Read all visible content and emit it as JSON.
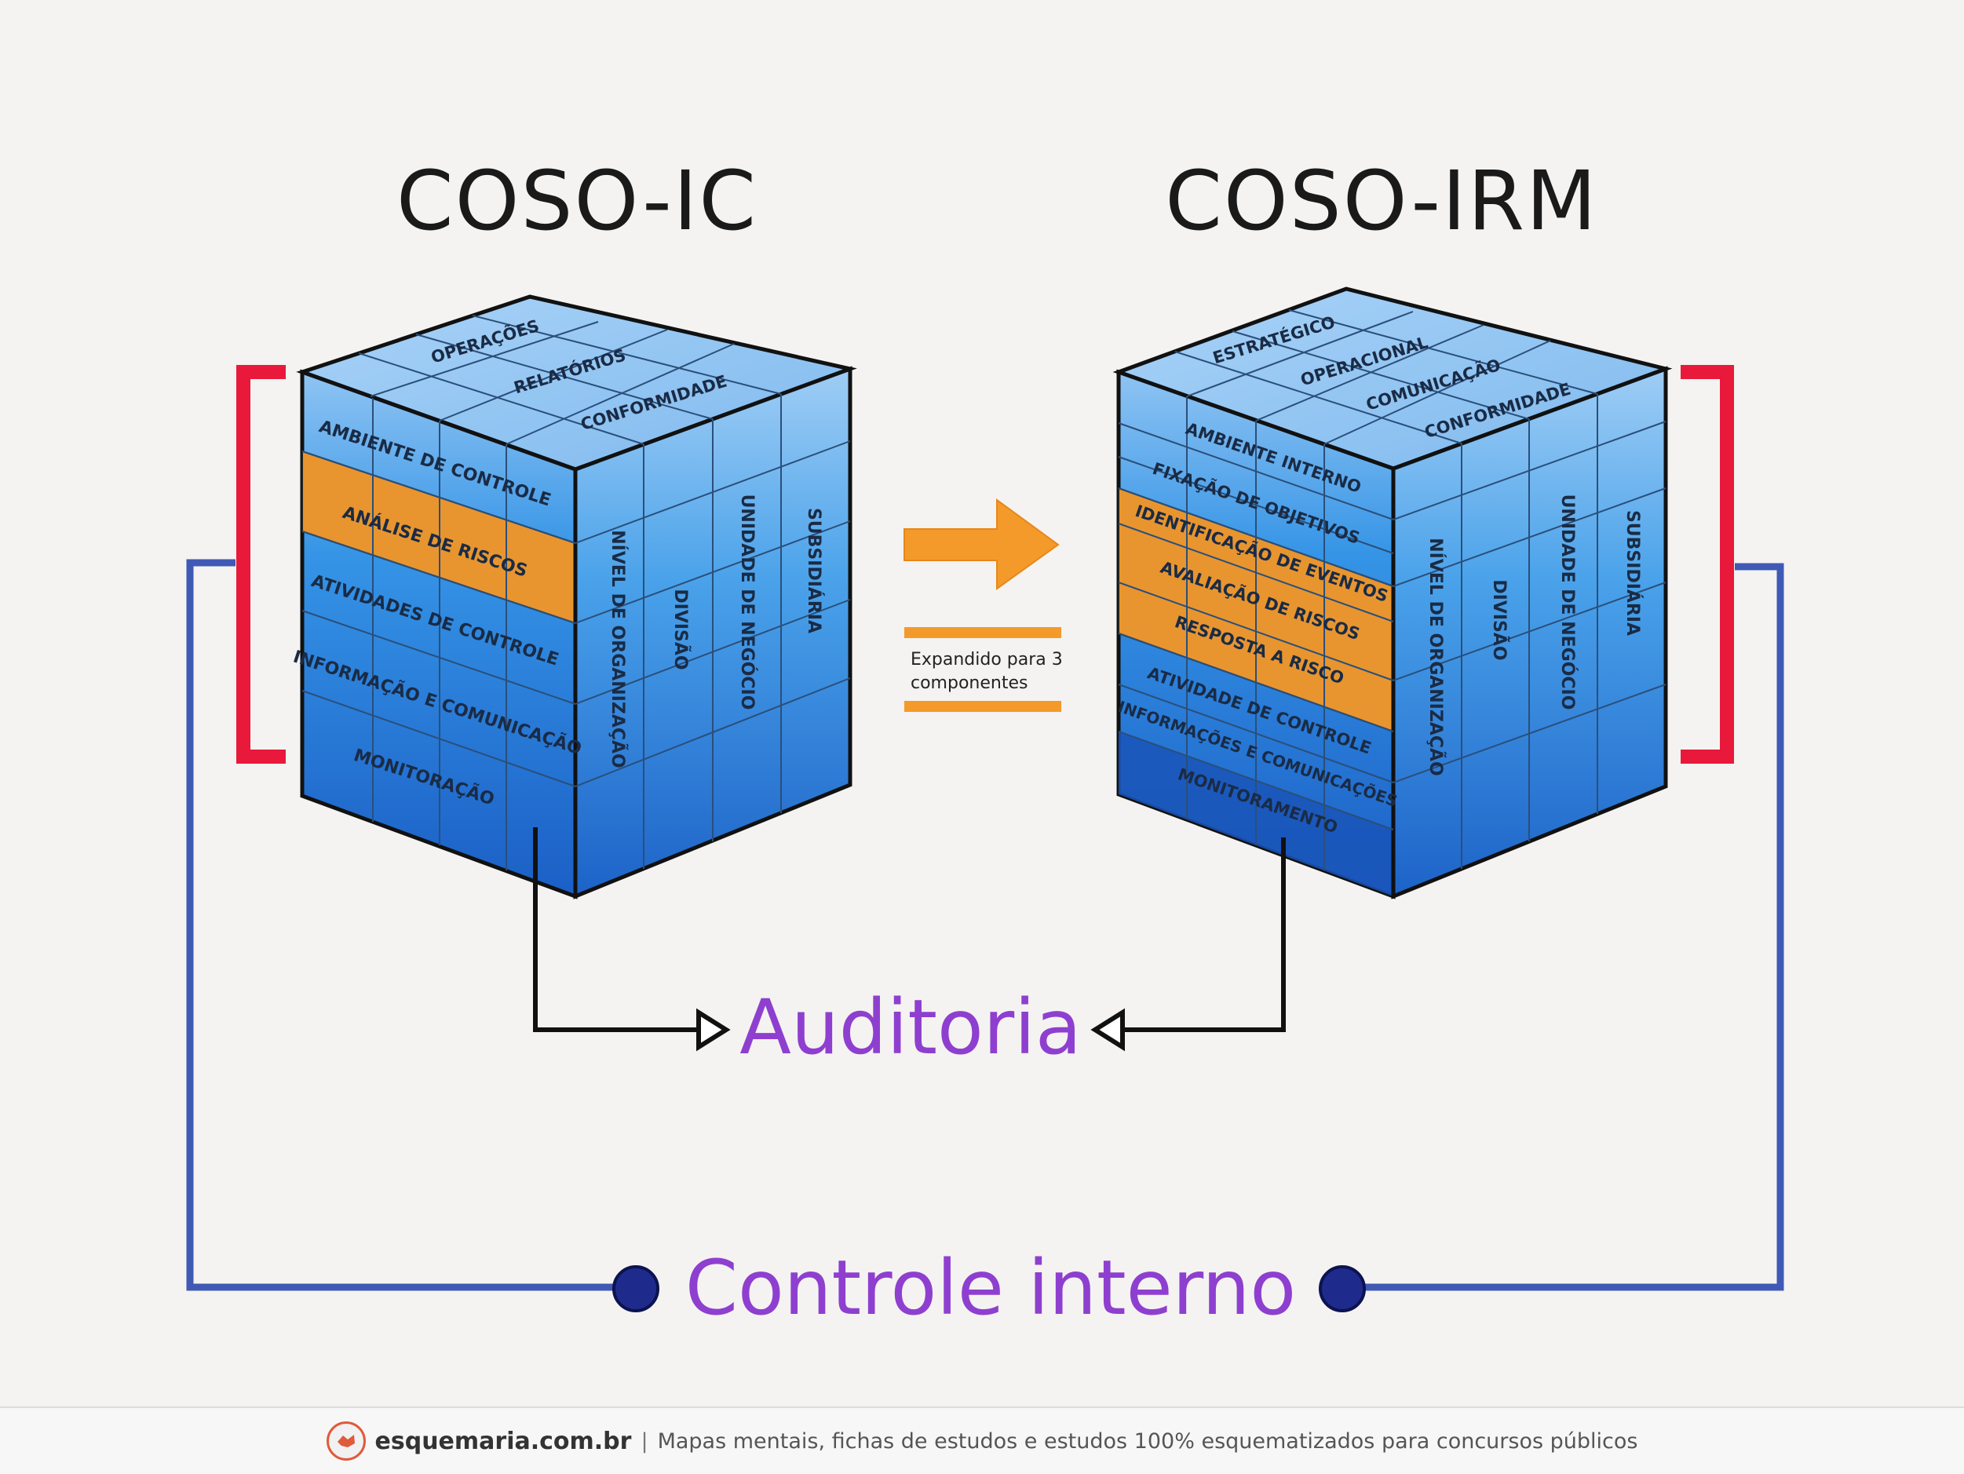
{
  "left": {
    "title": "COSO-IC",
    "top_face": [
      "OPERAÇÕES",
      "RELATÓRIOS",
      "CONFORMIDADE"
    ],
    "front_face": [
      "AMBIENTE DE CONTROLE",
      "ANÁLISE DE RISCOS",
      "ATIVIDADES DE CONTROLE",
      "INFORMAÇÃO E COMUNICAÇÃO",
      "MONITORAÇÃO"
    ],
    "side_face": [
      "NÍVEL DE ORGANIZAÇÃO",
      "DIVISÃO",
      "UNIDADE DE NEGÓCIO",
      "SUBSIDIÁRIA"
    ]
  },
  "right": {
    "title": "COSO-IRM",
    "top_face": [
      "ESTRATÉGICO",
      "OPERACIONAL",
      "COMUNICAÇÃO",
      "CONFORMIDADE"
    ],
    "front_face": [
      "AMBIENTE INTERNO",
      "FIXAÇÃO DE OBJETIVOS",
      "IDENTIFICAÇÃO DE EVENTOS",
      "AVALIAÇÃO DE RISCOS",
      "RESPOSTA A RISCO",
      "ATIVIDADE DE CONTROLE",
      "INFORMAÇÕES E COMUNICAÇÕES",
      "MONITORAMENTO"
    ],
    "side_face": [
      "NÍVEL DE ORGANIZAÇÃO",
      "DIVISÃO",
      "UNIDADE DE NEGÓCIO",
      "SUBSIDIÁRIA"
    ]
  },
  "middle": {
    "note_line1": "Expandido para 3",
    "note_line2": "componentes"
  },
  "audit_label": "Auditoria",
  "internal_control_label": "Controle interno",
  "footer": {
    "brand": "esquemaria.com.br",
    "separator": "|",
    "tagline": "Mapas mentais, fichas de estudos e estudos 100% esquematizados para concursos públicos"
  },
  "colors": {
    "blue_light": "#8fc4f3",
    "blue_mid": "#2f8de4",
    "blue_dark": "#1b5fc6",
    "orange": "#e8952f",
    "red_bracket": "#e8193a",
    "navy_line": "#1f2b8c",
    "purple_text": "#8e3fcf"
  }
}
